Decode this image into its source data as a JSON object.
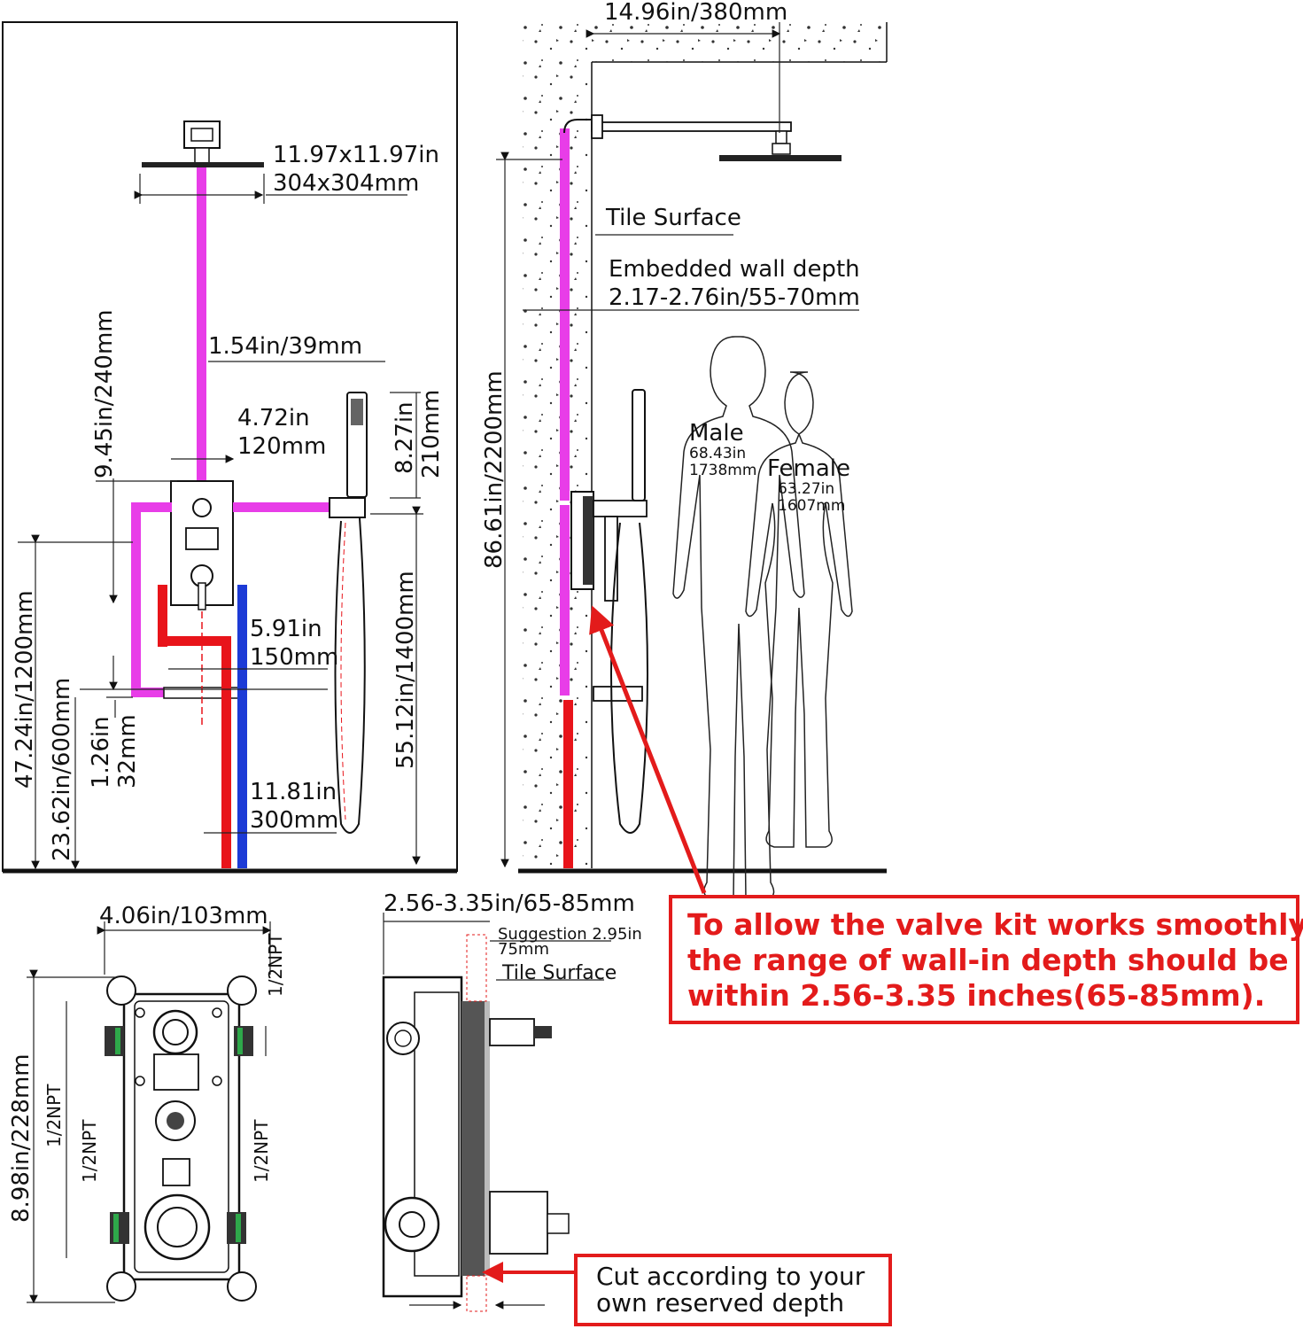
{
  "front_view": {
    "head_size_in": "11.97x11.97in",
    "head_size_mm": "304x304mm",
    "arm_offset": "1.54in/39mm",
    "valve_to_divert_in": "4.72in",
    "valve_to_divert_mm": "120mm",
    "pipe_above": "9.45in/240mm",
    "handshower_len_in": "8.27in",
    "handshower_len_mm": "210mm",
    "valve_height": "47.24in/1200mm",
    "lower_gap_in": "5.91in",
    "lower_gap_mm": "150mm",
    "inlet_height": "23.62in/600mm",
    "inlet_spacing_in": "1.26in",
    "inlet_spacing_mm": "32mm",
    "supply_height_in": "11.81in",
    "supply_height_mm": "300mm",
    "bracket_height": "55.12in/1400mm"
  },
  "side_view": {
    "arm_length": "14.96in/380mm",
    "total_height": "86.61in/2200mm",
    "tile_surface": "Tile Surface",
    "embedded_title": "Embedded wall depth",
    "embedded_value": "2.17-2.76in/55-70mm",
    "male_label": "Male",
    "male_in": "68.43in",
    "male_mm": "1738mm",
    "female_label": "Female",
    "female_in": "63.27in",
    "female_mm": "1607mm"
  },
  "valve_box": {
    "width": "4.06in/103mm",
    "height": "8.98in/228mm",
    "npt": "1/2NPT"
  },
  "depth_view": {
    "range": "2.56-3.35in/65-85mm",
    "suggestion_in": "Suggestion 2.95in",
    "suggestion_mm": "75mm",
    "tile_surface": "Tile Surface"
  },
  "warning": {
    "line1": "To allow the valve kit works smoothly,",
    "line2": "the range of wall-in depth should be",
    "line3": "within 2.56-3.35 inches(65-85mm)."
  },
  "cut_note": {
    "line1": "Cut according to your",
    "line2": "own reserved depth"
  },
  "colors": {
    "hot_pipe": "#e8141a",
    "cold_pipe": "#1c3bd6",
    "mix_pipe": "#e83de8",
    "warning_red": "#e31b1b"
  }
}
